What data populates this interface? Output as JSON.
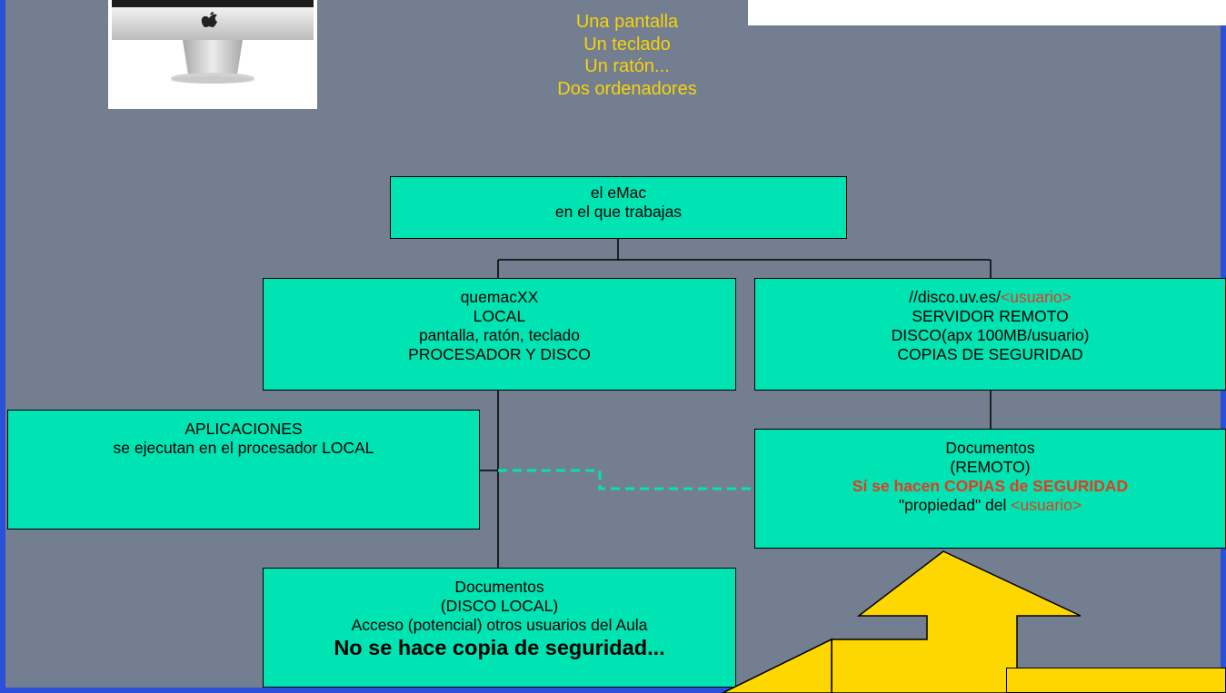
{
  "intro_lines": [
    "Una pantalla",
    "Un teclado",
    "Un ratón...",
    "Dos ordenadores"
  ],
  "boxes": {
    "emac": {
      "line1": "el eMac",
      "line2": "en el que trabajas"
    },
    "local": {
      "line1": "quemacXX",
      "line2": "LOCAL",
      "line3": "pantalla, ratón, teclado",
      "line4": "PROCESADOR Y DISCO"
    },
    "remote": {
      "line1_prefix": "//disco.uv.es/",
      "line1_user": "<usuario>",
      "line2": "SERVIDOR REMOTO",
      "line3": "DISCO(apx 100MB/usuario)",
      "line4": "COPIAS DE SEGURIDAD"
    },
    "apps": {
      "line1": "APLICACIONES",
      "line2": "se ejecutan en el procesador LOCAL"
    },
    "remote_docs": {
      "line1": "Documentos",
      "line2": "(REMOTO)",
      "line3": "Sí se hacen COPIAS de SEGURIDAD",
      "line4_prefix": "\"propiedad\" del ",
      "line4_user": "<usuario>"
    },
    "local_docs": {
      "line1": "Documentos",
      "line2": "(DISCO LOCAL)",
      "line3": "Acceso (potencial) otros usuarios del Aula",
      "line4": "No se hace copia de seguridad..."
    }
  },
  "colors": {
    "slide_bg": "#737f90",
    "border_blue": "#2a4fd8",
    "box_fill": "#00e3b3",
    "intro_text": "#f7d20a",
    "highlight_red": "#e8391d",
    "arrow_fill": "#ffd700",
    "dashed_link": "#00e3b3"
  },
  "icons": {
    "computer": "imac-computer-icon",
    "arrow": "upward-arrow"
  }
}
